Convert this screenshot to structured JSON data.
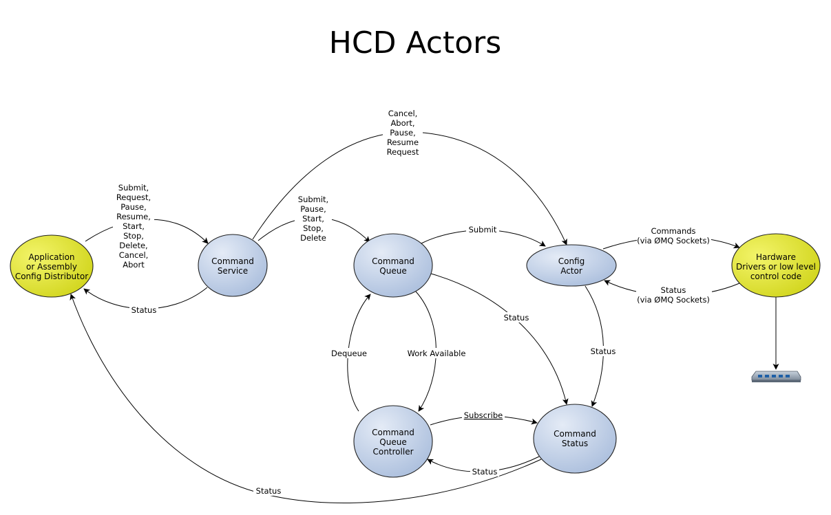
{
  "title": "HCD Actors",
  "colors": {
    "actor_fill_light": "#e4ebf6",
    "actor_fill_dark": "#a9bddc",
    "external_fill_light": "#f3f46a",
    "external_fill_dark": "#d0d41a"
  },
  "nodes": {
    "app": {
      "lines": [
        "Application",
        "or Assembly",
        "Config Distributor"
      ]
    },
    "command_service": {
      "lines": [
        "Command",
        "Service"
      ]
    },
    "command_queue": {
      "lines": [
        "Command",
        "Queue"
      ]
    },
    "config_actor": {
      "lines": [
        "Config",
        "Actor"
      ]
    },
    "hardware": {
      "lines": [
        "Hardware",
        "Drivers or low level",
        "control code"
      ]
    },
    "queue_controller": {
      "lines": [
        "Command",
        "Queue",
        "Controller"
      ]
    },
    "command_status": {
      "lines": [
        "Command",
        "Status"
      ]
    },
    "device": {
      "icon": "network-hub-icon"
    }
  },
  "edges": {
    "app_to_service": {
      "lines": [
        "Submit,",
        "Request,",
        "Pause,",
        "Resume,",
        "Start,",
        "Stop,",
        "Delete,",
        "Cancel,",
        "Abort"
      ]
    },
    "service_to_app": {
      "lines": [
        "Status"
      ]
    },
    "service_to_queue": {
      "lines": [
        "Submit,",
        "Pause,",
        "Start,",
        "Stop,",
        "Delete"
      ]
    },
    "service_to_config": {
      "lines": [
        "Cancel,",
        "Abort,",
        "Pause,",
        "Resume",
        "Request"
      ]
    },
    "queue_to_config": {
      "lines": [
        "Submit"
      ]
    },
    "config_to_hw": {
      "lines": [
        "Commands",
        "(via ØMQ Sockets)"
      ]
    },
    "hw_to_config": {
      "lines": [
        "Status",
        "(via ØMQ Sockets)"
      ]
    },
    "queue_to_status": {
      "lines": [
        "Status"
      ]
    },
    "config_to_status": {
      "lines": [
        "Status"
      ]
    },
    "controller_to_queue": {
      "lines": [
        "Dequeue"
      ]
    },
    "queue_to_controller": {
      "lines": [
        "Work Available"
      ]
    },
    "controller_to_status": {
      "lines": [
        "Subscribe"
      ]
    },
    "status_to_controller": {
      "lines": [
        "Status"
      ]
    },
    "status_to_app": {
      "lines": [
        "Status"
      ]
    }
  }
}
